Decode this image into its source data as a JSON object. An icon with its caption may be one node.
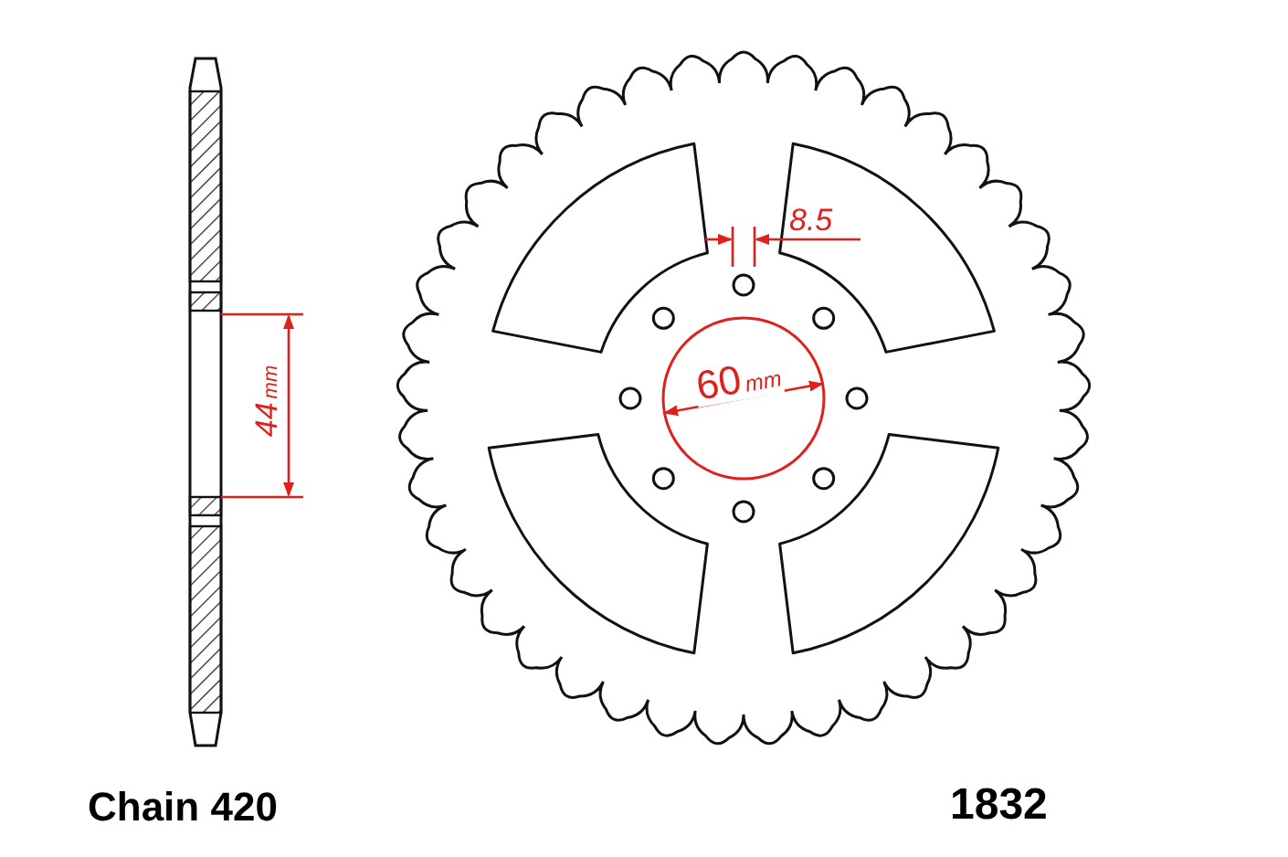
{
  "diagram": {
    "labels": [
      "8.5",
      "60",
      "mm",
      "44",
      "mm",
      "Chain 420",
      "1832"
    ]
  }
}
